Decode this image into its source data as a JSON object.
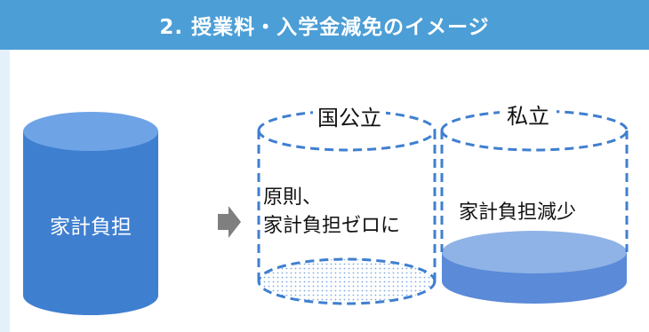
{
  "header": {
    "title": "2. 授業料・入学金減免のイメージ"
  },
  "left_cylinder": {
    "label": "家計負担"
  },
  "national_public": {
    "title": "国公立",
    "line1": "原則、",
    "line2": "家計負担ゼロに"
  },
  "private": {
    "title": "私立",
    "label": "家計負担減少"
  },
  "colors": {
    "header": "#4c9ed6",
    "side_band": "#e4f1fa",
    "cylinder_body": "#3f7fd0",
    "cylinder_top": "#6ea3e6",
    "dashed_outline": "#3f7fd0",
    "arrow": "#7f7f7f",
    "private_fill_top": "#8fb3e6",
    "private_fill_body": "#5a8ad8"
  }
}
